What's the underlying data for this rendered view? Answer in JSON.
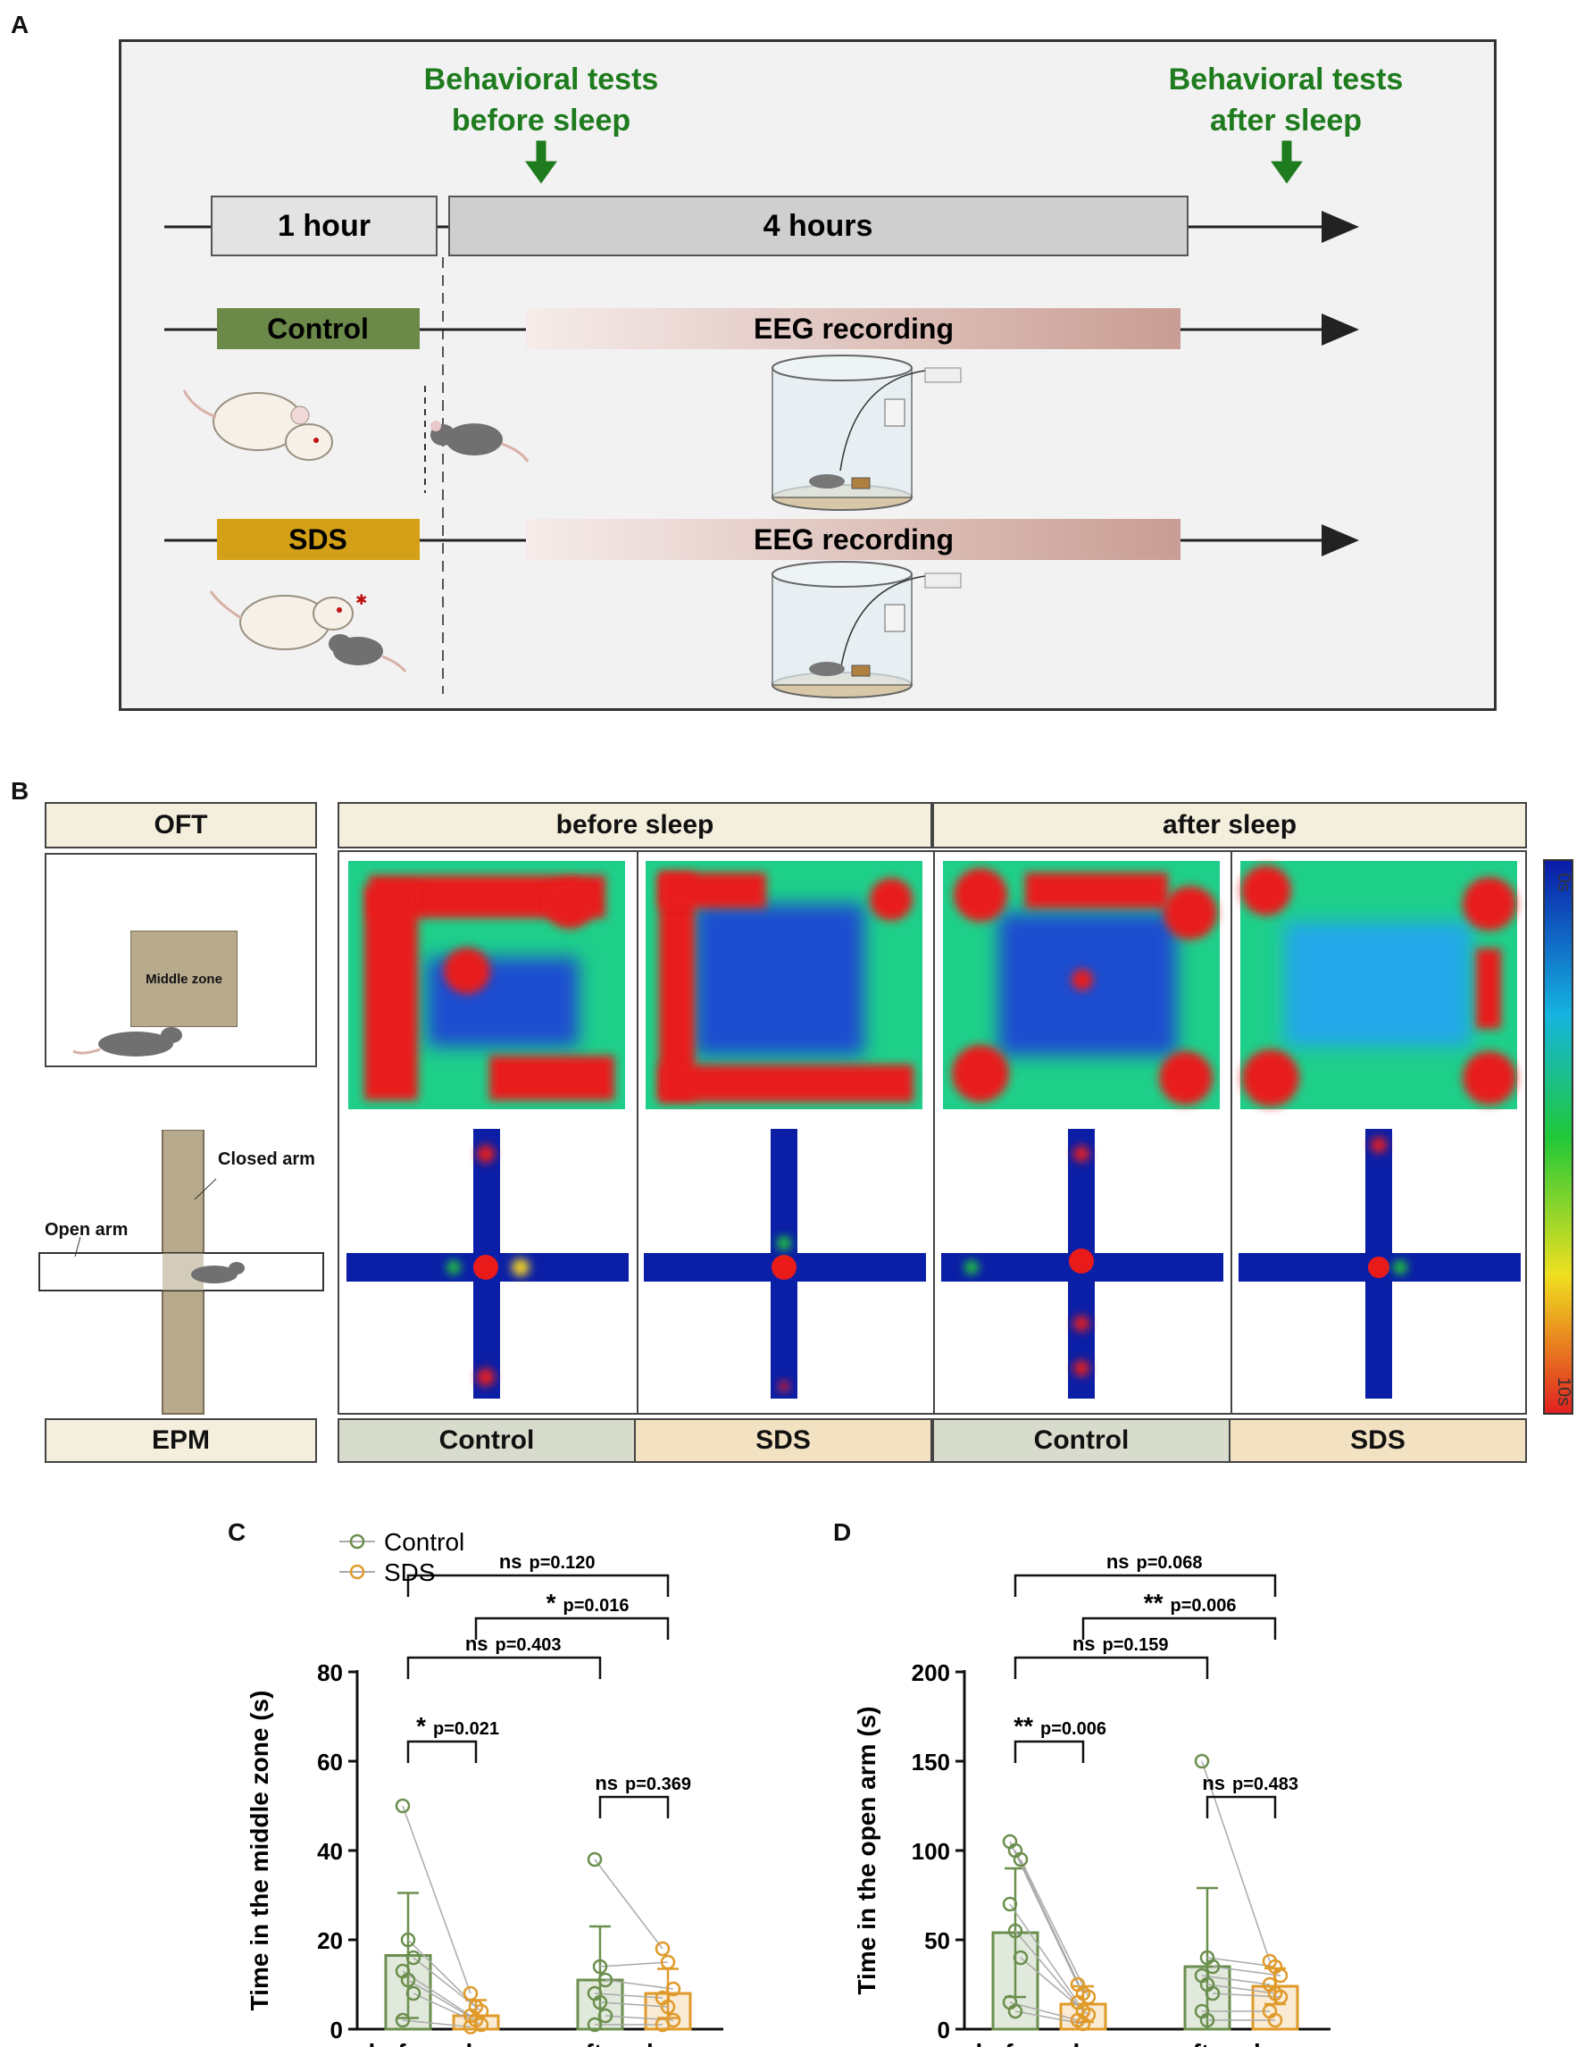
{
  "panels": {
    "a": "A",
    "b": "B",
    "c": "C",
    "d": "D"
  },
  "schedule": {
    "arrow_before": [
      "Behavioral tests",
      "before sleep"
    ],
    "arrow_after": [
      "Behavioral tests",
      "after sleep"
    ],
    "period1": "1 hour",
    "period2": "4 hours",
    "control_label": "Control",
    "sds_label": "SDS",
    "eeg_label": "EEG recording",
    "colors": {
      "arrow": "#1e7b1e",
      "control": "#6b8a4a",
      "sds": "#d4a017",
      "period": "#cfcfcf"
    }
  },
  "heatmaps": {
    "oft_label": "OFT",
    "epm_label": "EPM",
    "middle_zone": "Middle zone",
    "closed_arm": "Closed arm",
    "open_arm": "Open arm",
    "before_sleep": "before sleep",
    "after_sleep": "after sleep",
    "groups": [
      "Control",
      "SDS",
      "Control",
      "SDS"
    ],
    "scale_top": "0s",
    "scale_bottom": "10s"
  },
  "chart_data": [
    {
      "type": "bar",
      "panel": "C",
      "ylabel": "Time in the middle zone (s)",
      "categories": [
        "before sleep",
        "after sleep"
      ],
      "ylim": [
        0,
        80
      ],
      "yticks": [
        0,
        20,
        40,
        60,
        80
      ],
      "series": [
        {
          "name": "Control",
          "color": "#6b8f4e",
          "values": [
            16.5,
            11
          ],
          "errors": [
            14,
            12
          ],
          "points": [
            [
              50,
              20,
              16,
              13,
              11,
              8,
              2
            ],
            [
              38,
              14,
              11,
              8,
              6,
              3,
              1
            ]
          ]
        },
        {
          "name": "SDS",
          "color": "#e09a2a",
          "values": [
            3,
            8
          ],
          "errors": [
            3.5,
            5.5
          ],
          "points": [
            [
              8,
              5,
              4,
              3,
              2,
              1,
              0.5
            ],
            [
              18,
              15,
              9,
              7,
              5,
              2,
              1
            ]
          ]
        }
      ],
      "comparisons": [
        {
          "sig": "ns",
          "p": "p=0.120"
        },
        {
          "sig": "*",
          "p": "p=0.016"
        },
        {
          "sig": "ns",
          "p": "p=0.403"
        },
        {
          "sig": "*",
          "p": "p=0.021"
        },
        {
          "sig": "ns",
          "p": "p=0.369"
        }
      ]
    },
    {
      "type": "bar",
      "panel": "D",
      "ylabel": "Time in the open arm (s)",
      "categories": [
        "before sleep",
        "after sleep"
      ],
      "ylim": [
        0,
        200
      ],
      "yticks": [
        0,
        50,
        100,
        150,
        200
      ],
      "series": [
        {
          "name": "Control",
          "color": "#6b8f4e",
          "values": [
            54,
            35
          ],
          "errors": [
            36,
            44
          ],
          "points": [
            [
              105,
              100,
              95,
              70,
              55,
              40,
              15,
              10
            ],
            [
              150,
              40,
              35,
              30,
              25,
              20,
              10,
              5
            ]
          ]
        },
        {
          "name": "SDS",
          "color": "#e09a2a",
          "values": [
            14,
            24
          ],
          "errors": [
            10,
            10
          ],
          "points": [
            [
              25,
              20,
              18,
              15,
              10,
              8,
              5,
              3
            ],
            [
              38,
              35,
              30,
              25,
              20,
              18,
              10,
              5
            ]
          ]
        }
      ],
      "comparisons": [
        {
          "sig": "ns",
          "p": "p=0.068"
        },
        {
          "sig": "**",
          "p": "p=0.006"
        },
        {
          "sig": "ns",
          "p": "p=0.159"
        },
        {
          "sig": "**",
          "p": "p=0.006"
        },
        {
          "sig": "ns",
          "p": "p=0.483"
        }
      ]
    }
  ]
}
